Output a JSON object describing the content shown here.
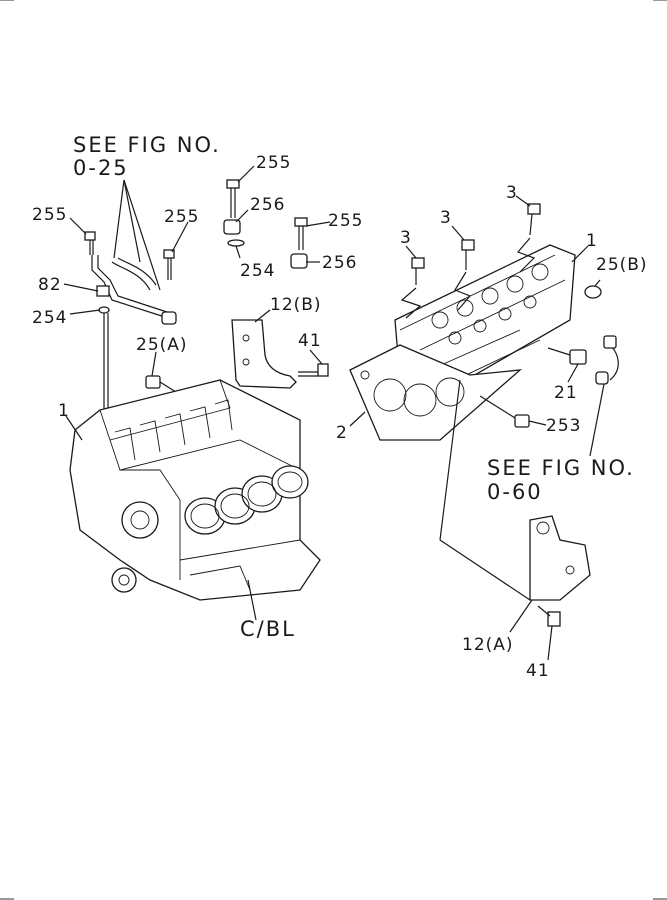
{
  "references": {
    "top_left": [
      "SEE FIG NO.",
      "0-25"
    ],
    "right": [
      "SEE FIG NO.",
      "0-60"
    ]
  },
  "callouts": {
    "p255_a": "255",
    "p255_b": "255",
    "p255_c": "255",
    "p255_d": "255",
    "p256_a": "256",
    "p256_b": "256",
    "p254_a": "254",
    "p254_b": "254",
    "p82": "82",
    "p1_a": "1",
    "p1_b": "1",
    "p12b": "12(B)",
    "p12a": "12(A)",
    "p41_a": "41",
    "p41_b": "41",
    "p25a": "25(A)",
    "p25b": "25(B)",
    "p3_a": "3",
    "p3_b": "3",
    "p3_c": "3",
    "p2": "2",
    "p21": "21",
    "p253": "253",
    "cbl": "C/BL"
  },
  "corner_marks": true
}
